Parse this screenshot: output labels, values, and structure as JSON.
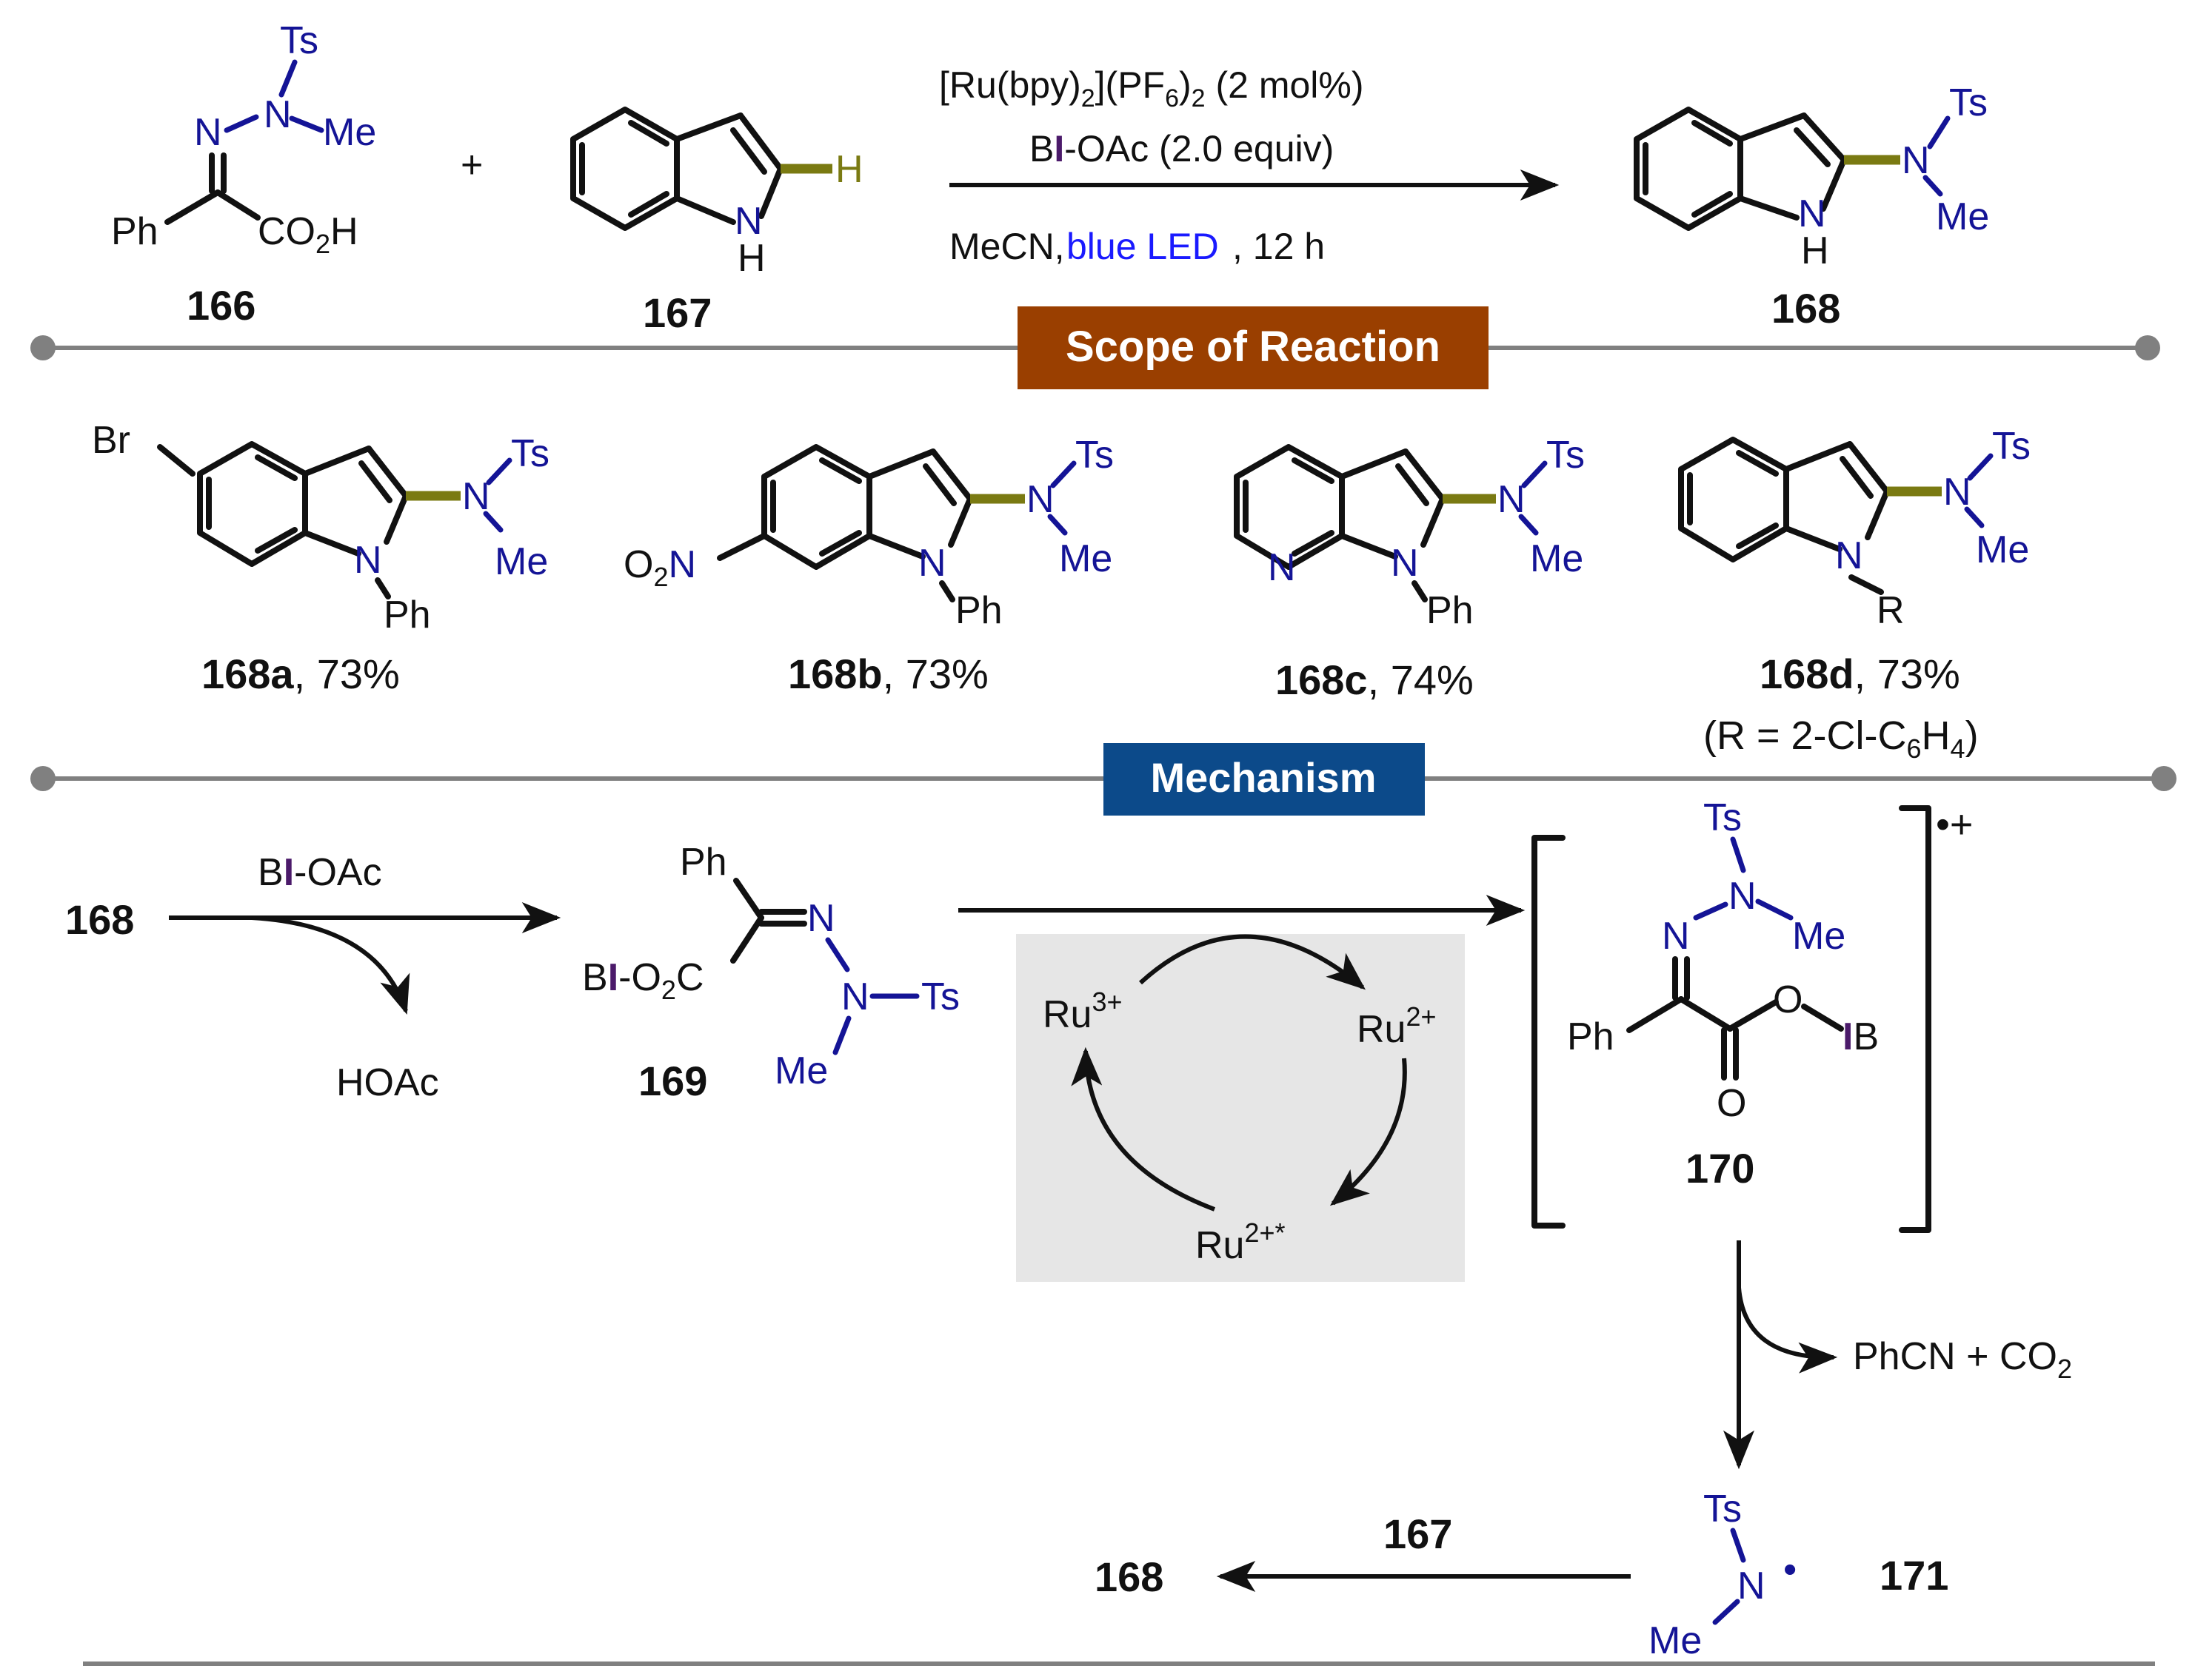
{
  "reaction": {
    "compound_166": "166",
    "compound_167": "167",
    "compound_168": "168",
    "plus": "+",
    "reagent_line1": "[Ru(bpy)2](PF6)2 (2 mol%)",
    "reagent_line2": "BI-OAc (2.0 equiv)",
    "solvent": "MeCN,",
    "light": "blue LED",
    "time": ", 12 h"
  },
  "atoms": {
    "Ts": "Ts",
    "N": "N",
    "Me": "Me",
    "Ph": "Ph",
    "H": "H",
    "NH_H": "H",
    "CO2H": "CO2H",
    "Br": "Br",
    "O2N": "O2N",
    "R": "R",
    "O": "O",
    "IB": "IB",
    "BI": "BI"
  },
  "sections": {
    "scope_title": "Scope of Reaction",
    "mechanism_title": "Mechanism",
    "scope_color": "#9a3f00",
    "mechanism_color": "#0c4a8a"
  },
  "scope": [
    {
      "id": "168a",
      "yield": ", 73%"
    },
    {
      "id": "168b",
      "yield": ", 73%"
    },
    {
      "id": "168c",
      "yield": ", 74%"
    },
    {
      "id": "168d",
      "yield": ", 73%",
      "note": "(R = 2-Cl-C6H4)"
    }
  ],
  "mechanism": {
    "start": "168",
    "reagent": "BI-OAc",
    "byproduct": "HOAc",
    "intermediate_169": "169",
    "ru3": "Ru3+",
    "ru2": "Ru2+",
    "ru2star": "Ru2+*",
    "intermediate_170": "170",
    "charge": "•+",
    "loss": "PhCN + CO2",
    "radical_171": "171",
    "radical_dot": "•",
    "reactant_167": "167",
    "product_168": "168"
  },
  "colors": {
    "nitrogen": "#141496",
    "highlight_bond": "#7a7a12",
    "iodine": "#4b1a6a",
    "blue_led": "#1a1aff",
    "cycle_background": "#e6e6e6"
  }
}
